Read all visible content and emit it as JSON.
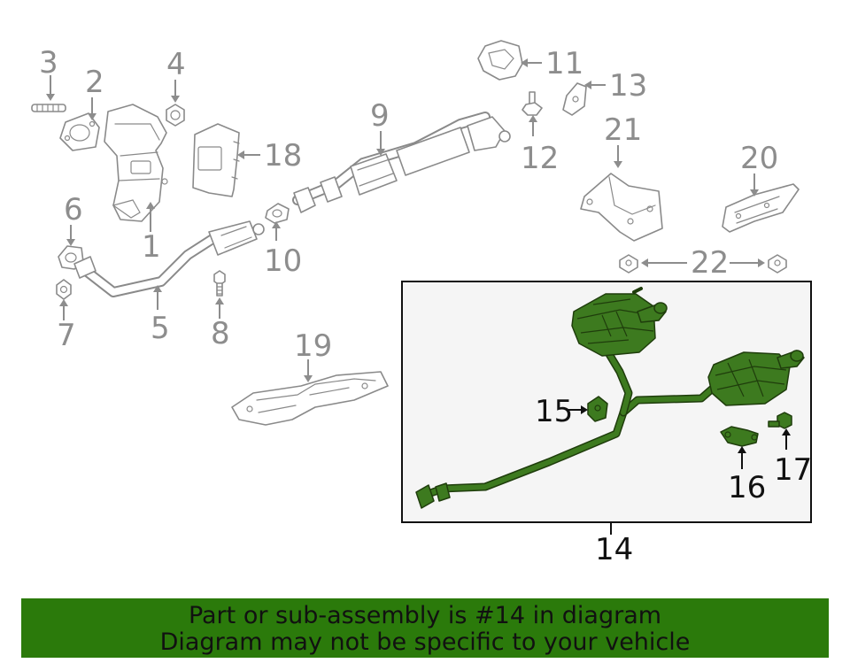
{
  "callouts": {
    "c1": "1",
    "c2": "2",
    "c3": "3",
    "c4": "4",
    "c5": "5",
    "c6": "6",
    "c7": "7",
    "c8": "8",
    "c9": "9",
    "c10": "10",
    "c11": "11",
    "c12": "12",
    "c13": "13",
    "c14": "14",
    "c15": "15",
    "c16": "16",
    "c17": "17",
    "c18": "18",
    "c19": "19",
    "c20": "20",
    "c21": "21",
    "c22": "22"
  },
  "banner": {
    "line1": "Part or sub-assembly is #14 in diagram",
    "line2": "Diagram may not be specific to your vehicle"
  },
  "colors": {
    "highlight_part": "#3d7a1f",
    "banner_background": "#2b7a0b",
    "part_outline": "#8a8a8a"
  }
}
